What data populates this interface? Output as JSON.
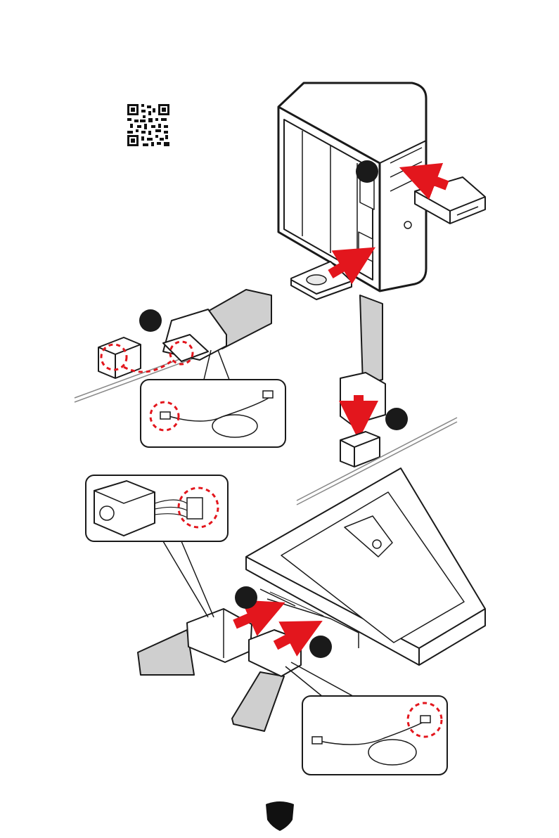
{
  "colors": {
    "arrow": "#e3161d",
    "highlight": "#e3161d",
    "badge": "#1a1a1a",
    "outline": "#1a1a1a",
    "cable": "#cfcfcf",
    "panel": "#eaeaea"
  },
  "icons": [
    "qr-code-icon",
    "shield-icon"
  ],
  "steps": [
    {
      "id": "s1",
      "label": ""
    },
    {
      "id": "s2",
      "label": ""
    },
    {
      "id": "s3",
      "label": ""
    },
    {
      "id": "s4",
      "label": ""
    },
    {
      "id": "s5",
      "label": ""
    }
  ],
  "footer": {
    "text": ""
  }
}
